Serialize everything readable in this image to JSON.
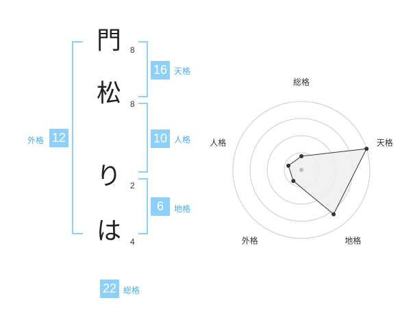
{
  "name_chars": [
    {
      "char": "門",
      "strokes": "8"
    },
    {
      "char": "松",
      "strokes": "8"
    },
    {
      "char": "り",
      "strokes": "2"
    },
    {
      "char": "は",
      "strokes": "4"
    }
  ],
  "scores": {
    "tenkaku": {
      "value": "16",
      "label": "天格"
    },
    "jinkaku": {
      "value": "10",
      "label": "人格"
    },
    "chikaku": {
      "value": "6",
      "label": "地格"
    },
    "gaikaku": {
      "value": "12",
      "label": "外格"
    },
    "soukaku": {
      "value": "22",
      "label": "総格"
    }
  },
  "chart_data": {
    "type": "radar",
    "axes": [
      "総格",
      "天格",
      "地格",
      "外格",
      "人格"
    ],
    "rings": 4,
    "values": [
      0.2,
      1.0,
      0.8,
      0.2,
      0.2
    ],
    "colors": {
      "fill": "#eeeeee",
      "line": "#333333",
      "ring": "#cccccc",
      "center": "#bbbbbb"
    }
  }
}
